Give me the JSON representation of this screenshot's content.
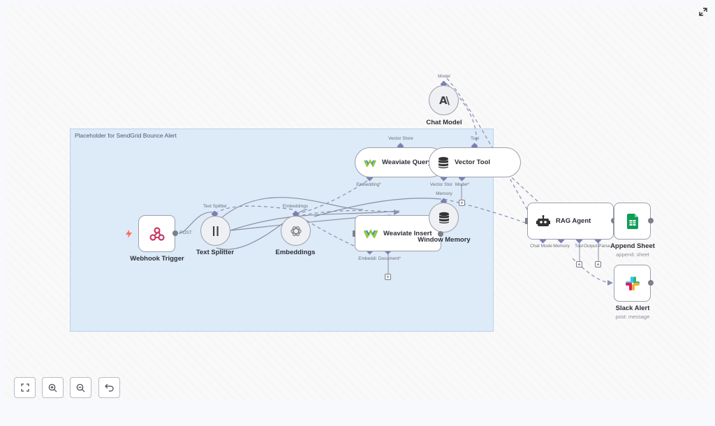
{
  "sticky_note": {
    "text": "Placeholder for SendGrid Bounce Alert"
  },
  "nodes": {
    "webhook": {
      "label": "Webhook Trigger",
      "output": "POST"
    },
    "text_splitter": {
      "label": "Text Splitter"
    },
    "embeddings": {
      "label": "Embeddings"
    },
    "weaviate_insert": {
      "label": "Weaviate Insert"
    },
    "weaviate_query": {
      "label": "Weaviate Query"
    },
    "vector_tool": {
      "label": "Vector Tool"
    },
    "chat_model": {
      "label": "Chat Model"
    },
    "window_memory": {
      "label": "Window Memory"
    },
    "rag_agent": {
      "label": "RAG Agent"
    },
    "append_sheet": {
      "label": "Append Sheet",
      "subtitle": "append: sheet"
    },
    "slack_alert": {
      "label": "Slack Alert",
      "subtitle": "post: message"
    }
  },
  "ports": {
    "text_splitter": "Text Splitter",
    "embeddings": "Embeddings",
    "vector_store_top": "Vector Store",
    "tool": "Tool",
    "model_top": "Model",
    "memory_top": "Memory",
    "wq_embedding": "Embedding",
    "vt_vector_store": "Vector Stor",
    "vt_model": "Model",
    "wi_embedding": "Embeddi",
    "wi_document": "Document",
    "rag_chat_model": "Chat Mode",
    "rag_memory": "Memory",
    "rag_tool": "Tool",
    "rag_output_parser": "Output Parse",
    "required_mark": "*"
  },
  "icons": {
    "expand": "expand-icon",
    "fit": "fit-view-icon",
    "zoom_in": "zoom-in-icon",
    "zoom_out": "zoom-out-icon",
    "undo": "undo-icon",
    "trigger": "lightning-icon"
  },
  "colors": {
    "edge": "#8a8fb3",
    "port": "#7c7fb3",
    "sticky": "#ddeaf7",
    "required": "#e0485c"
  }
}
